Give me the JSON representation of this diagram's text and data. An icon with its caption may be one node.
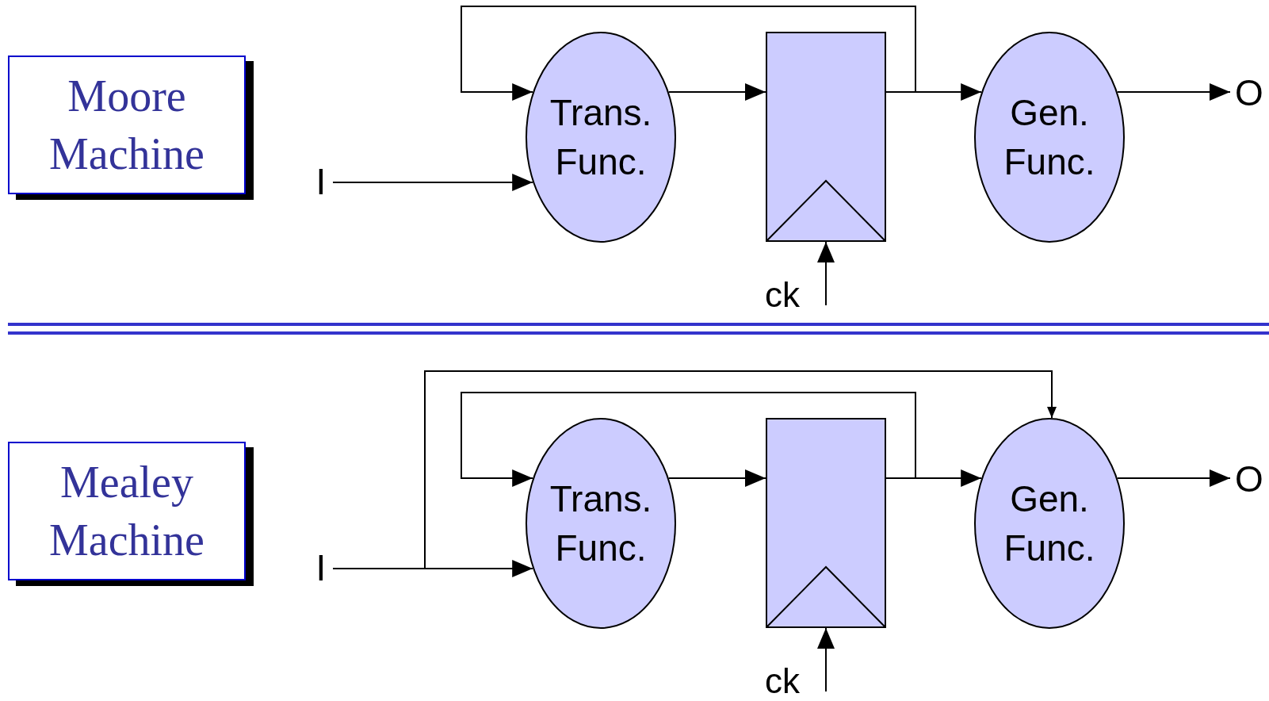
{
  "diagram": {
    "nodes": [
      {
        "text": [
          "Moore Machine"
        ]
      },
      {
        "text": [
          "I"
        ]
      },
      {
        "text": [
          "Trans. Func."
        ]
      },
      {
        "text": [],
        "shape": "box"
      },
      {
        "text": [
          "Gen. Func."
        ]
      },
      {
        "text": [
          "O"
        ]
      },
      {
        "text": [
          "Mealey Machine"
        ]
      },
      {
        "text": [
          "I"
        ]
      },
      {
        "text": [
          "Trans. Func."
        ]
      },
      {
        "text": [],
        "shape": "box"
      },
      {
        "text": [
          "Gen. Func."
        ]
      },
      {
        "text": [
          "O"
        ]
      }
    ],
    "edges": [
      {
        "from": 1,
        "to": 2,
        "arrow": "to"
      },
      {
        "from": 2,
        "to": 3,
        "arrow": "to"
      },
      {
        "from": 3,
        "to": 4,
        "arrow": "to"
      },
      {
        "from": 4,
        "to": 5,
        "arrow": "to"
      },
      {
        "from": null,
        "to": 3,
        "arrow": "to",
        "label": "ck"
      },
      {
        "from": 3,
        "to": 2,
        "arrow": "to"
      },
      {
        "from": 7,
        "to": 8,
        "arrow": "to"
      },
      {
        "from": 8,
        "to": 9,
        "arrow": "to"
      },
      {
        "from": 9,
        "to": 10,
        "arrow": "to"
      },
      {
        "from": 10,
        "to": 11,
        "arrow": "to"
      },
      {
        "from": null,
        "to": 9,
        "arrow": "to",
        "label": "ck"
      },
      {
        "from": 9,
        "to": 8,
        "arrow": "to"
      },
      {
        "from": 7,
        "to": 10,
        "arrow": "to"
      }
    ]
  }
}
